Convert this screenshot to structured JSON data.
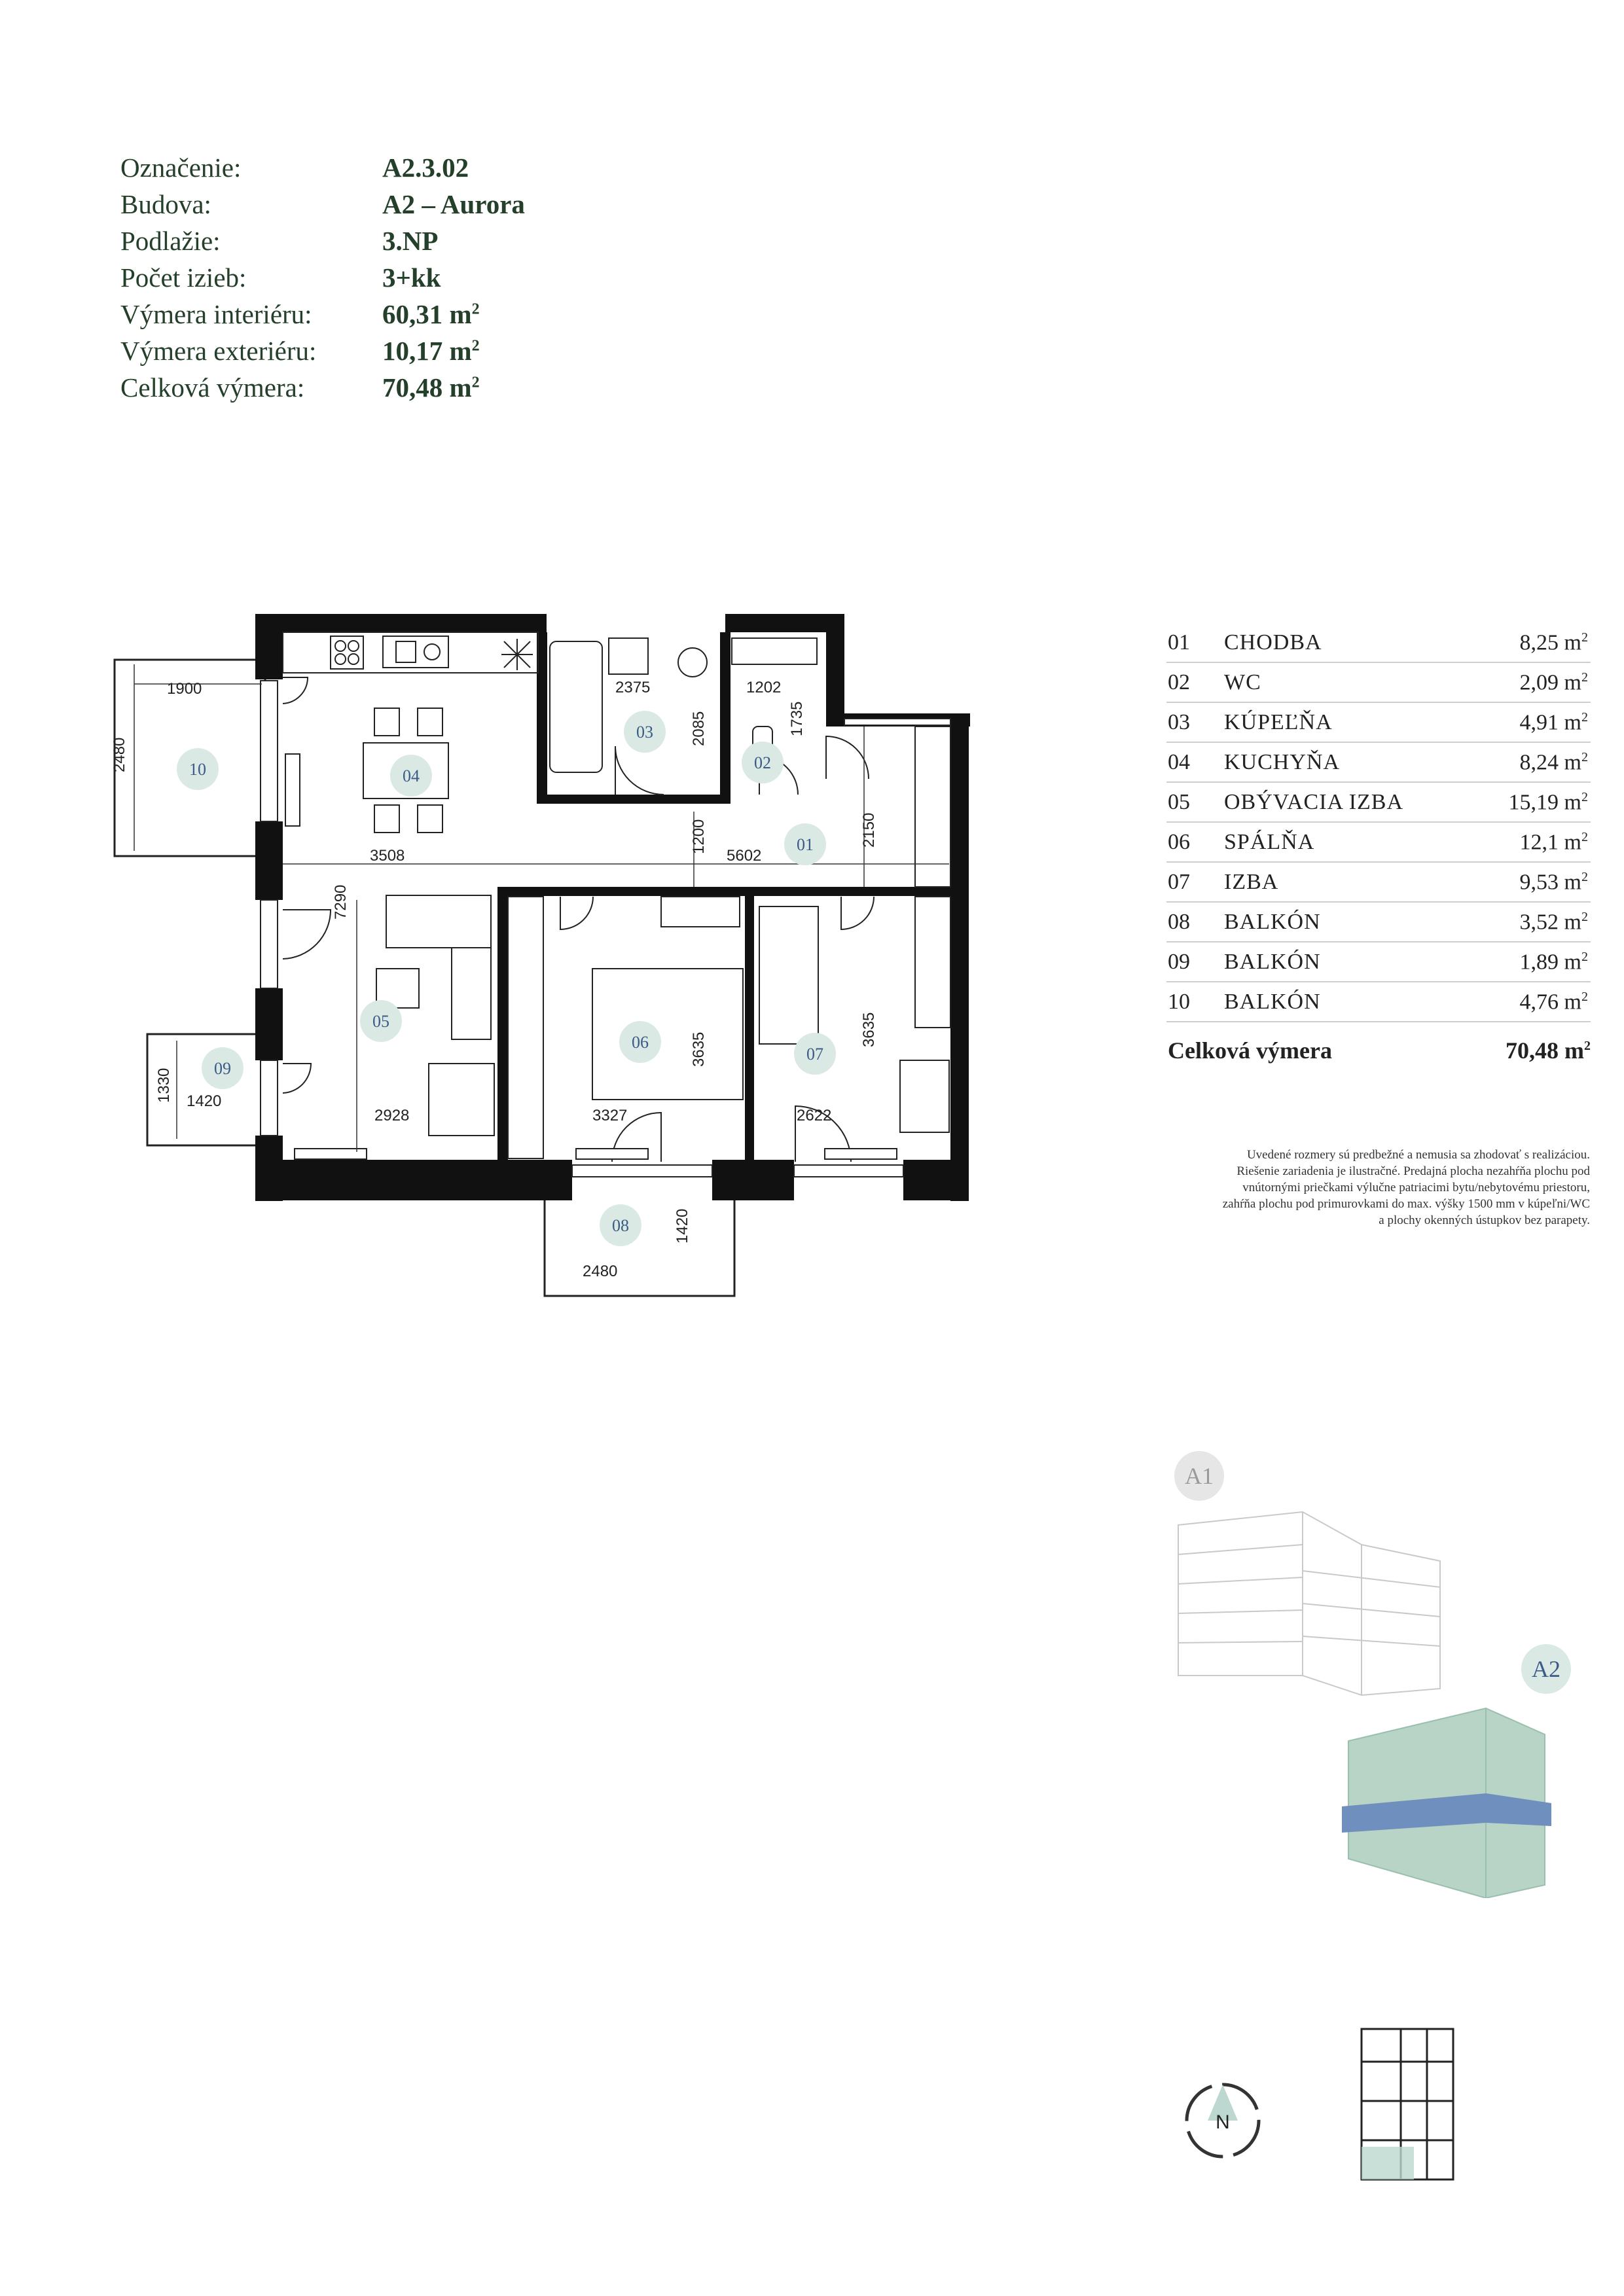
{
  "info": [
    {
      "label": "Označenie:",
      "value": "A2.3.02",
      "unit": ""
    },
    {
      "label": "Budova:",
      "value": "A2 – Aurora",
      "unit": ""
    },
    {
      "label": "Podlažie:",
      "value": "3.NP",
      "unit": ""
    },
    {
      "label": "Počet izieb:",
      "value": "3+kk",
      "unit": ""
    },
    {
      "label": "Výmera interiéru:",
      "value": "60,31 m",
      "unit": "2"
    },
    {
      "label": "Výmera exteriéru:",
      "value": "10,17 m",
      "unit": "2"
    },
    {
      "label": "Celková výmera:",
      "value": "70,48 m",
      "unit": "2"
    }
  ],
  "rooms": [
    {
      "num": "01",
      "name": "CHODBA",
      "area": "8,25 m",
      "unit": "2"
    },
    {
      "num": "02",
      "name": "WC",
      "area": "2,09 m",
      "unit": "2"
    },
    {
      "num": "03",
      "name": "KÚPEĽŇA",
      "area": "4,91 m",
      "unit": "2"
    },
    {
      "num": "04",
      "name": "KUCHYŇA",
      "area": "8,24 m",
      "unit": "2"
    },
    {
      "num": "05",
      "name": "OBÝVACIA IZBA",
      "area": "15,19 m",
      "unit": "2"
    },
    {
      "num": "06",
      "name": "SPÁLŇA",
      "area": "12,1 m",
      "unit": "2"
    },
    {
      "num": "07",
      "name": "IZBA",
      "area": "9,53 m",
      "unit": "2"
    },
    {
      "num": "08",
      "name": "BALKÓN",
      "area": "3,52 m",
      "unit": "2"
    },
    {
      "num": "09",
      "name": "BALKÓN",
      "area": "1,89 m",
      "unit": "2"
    },
    {
      "num": "10",
      "name": "BALKÓN",
      "area": "4,76 m",
      "unit": "2"
    }
  ],
  "total": {
    "label": "Celková výmera",
    "area": "70,48 m",
    "unit": "2"
  },
  "note": [
    "Uvedené rozmery sú predbežné a nemusia sa zhodovať s realizáciou.",
    "Riešenie zariadenia je ilustračné. Predajná plocha nezahŕňa plochu pod",
    "vnútornými priečkami výlučne patriacimi bytu/nebytovému priestoru,",
    "zahŕňa plochu pod primurovkami do max. výšky 1500 mm v kúpeľni/WC",
    "a plochy okenných ústupkov bez parapety."
  ],
  "plan": {
    "room_labels": [
      "01",
      "02",
      "03",
      "04",
      "05",
      "06",
      "07",
      "08",
      "09",
      "10"
    ],
    "dims": [
      "1900",
      "2480",
      "2375",
      "2085",
      "1202",
      "1735",
      "3508",
      "1200",
      "5602",
      "2150",
      "7290",
      "3635",
      "3635",
      "1330",
      "1420",
      "2928",
      "3327",
      "2622",
      "1420",
      "2480"
    ]
  },
  "buildings": {
    "a1": "A1",
    "a2": "A2"
  },
  "compass": "N",
  "colors": {
    "text": "#24402a",
    "wall": "#111111",
    "badge": "#dbe9e4",
    "badge_text": "#3b5a85",
    "highlight": "#6f8fbf",
    "facade": "#b7d4c6"
  }
}
